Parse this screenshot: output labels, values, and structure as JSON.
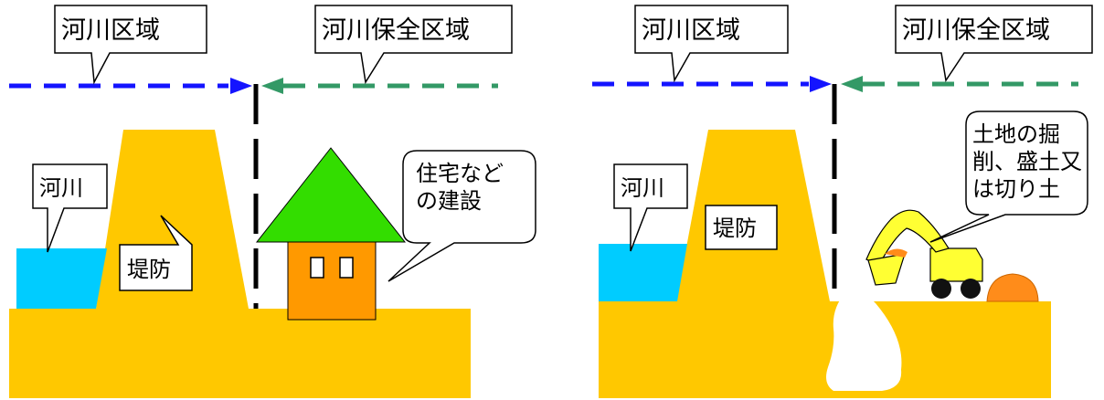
{
  "colors": {
    "ground": "#FFC800",
    "river": "#00CCFF",
    "roof": "#33DD00",
    "house_body": "#FF9900",
    "excavator": "#FFFF33",
    "soil_pile": "#FF8C1A",
    "river_zone_arrow": "#1414FF",
    "conservation_zone_arrow": "#339966",
    "boundary_line": "#000000",
    "callout_fill": "#FFFFFF",
    "callout_stroke": "#000000"
  },
  "left_panel": {
    "river_zone_label": "河川区域",
    "conservation_zone_label": "河川保全区域",
    "river_label": "河川",
    "levee_label": "堤防",
    "activity_label": [
      "住宅など",
      "の建設"
    ]
  },
  "right_panel": {
    "river_zone_label": "河川区域",
    "conservation_zone_label": "河川保全区域",
    "river_label": "河川",
    "levee_label": "堤防",
    "activity_label": [
      "土地の掘",
      "削、盛土又",
      "は切り土"
    ]
  }
}
